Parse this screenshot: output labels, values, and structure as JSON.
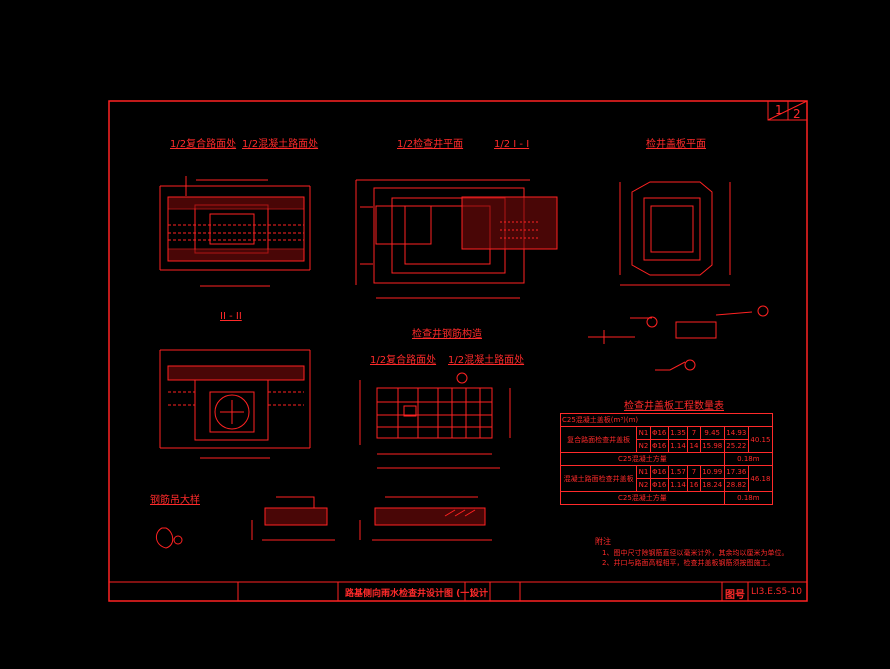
{
  "sheet": {
    "page": "1",
    "total": "2"
  },
  "titles": {
    "half_composite": "1/2复合路面处",
    "half_concrete": "1/2混凝土路面处",
    "half_well_plan": "1/2检查井平面",
    "half_section_1": "1/2 I - I",
    "well_cover_plan": "检井盖板平面",
    "section_2": "II - II",
    "well_reinforcement": "检查井钢筋构造",
    "half_composite_2": "1/2复合路面处",
    "half_concrete_2": "1/2混凝土路面处",
    "detail_a": "钢筋吊大样",
    "qty_table_title": "检查井盖板工程数量表"
  },
  "qty_table": {
    "header": "C25混凝土盖板(m³)(m)",
    "rows": [
      {
        "group": "复合路面检查井盖板",
        "code": "N1",
        "dia": "Φ16",
        "len": "1.35",
        "count": "7",
        "total_len": "9.45",
        "weight": "14.93",
        "sum": "40.15"
      },
      {
        "group": "",
        "code": "N2",
        "dia": "Φ16",
        "len": "1.14",
        "count": "14",
        "total_len": "15.98",
        "weight": "25.22",
        "sum": ""
      },
      {
        "group": "C25混凝土方量",
        "code": "",
        "dia": "",
        "len": "",
        "count": "",
        "total_len": "",
        "weight": "",
        "sum": "0.18m"
      },
      {
        "group": "混凝土路面检查井盖板",
        "code": "N1",
        "dia": "Φ16",
        "len": "1.57",
        "count": "7",
        "total_len": "10.99",
        "weight": "17.36",
        "sum": "46.18"
      },
      {
        "group": "",
        "code": "N2",
        "dia": "Φ16",
        "len": "1.14",
        "count": "16",
        "total_len": "18.24",
        "weight": "28.82",
        "sum": ""
      },
      {
        "group": "C25混凝土方量",
        "code": "",
        "dia": "",
        "len": "",
        "count": "",
        "total_len": "",
        "weight": "",
        "sum": "0.18m"
      }
    ]
  },
  "notes": {
    "heading": "附注",
    "line1": "1、图中尺寸除钢筋直径以毫米计外，其余均以厘米为单位。",
    "line2": "2、井口与路面高程相平，检查井盖板钢筋须按图施工。"
  },
  "title_block": {
    "drawing_title": "路基侧向雨水检查井设计图 (一)",
    "design_label": "设计",
    "drawing_no_label": "图号",
    "drawing_no": "LI3.E.S5-10"
  }
}
